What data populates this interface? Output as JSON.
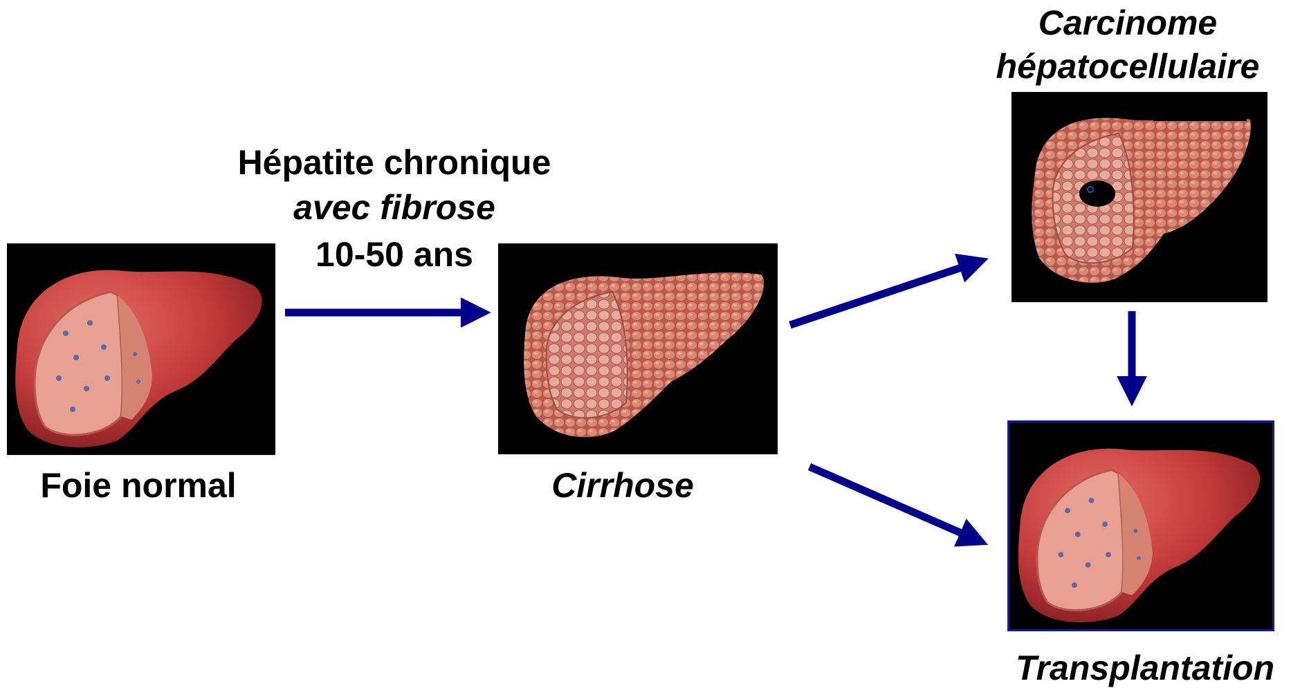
{
  "labels": {
    "normal": "Foie normal",
    "hepatitis_line1": "Hépatite chronique",
    "hepatitis_line2": "avec fibrose",
    "hepatitis_duration": "10-50 ans",
    "cirrhosis": "Cirrhose",
    "carcinoma_line1": "Carcinome",
    "carcinoma_line2": "hépatocellulaire",
    "transplant": "Transplantation"
  },
  "colors": {
    "arrow": "#00008b",
    "panel_bg": "#000000",
    "liver_main": "#c43b3b",
    "liver_dark": "#8e1f22",
    "liver_cut": "#e7a08f",
    "cirrhosis_nodule": "#d07a68",
    "tumor": "#000000",
    "transplant_border": "#1a1a8c"
  }
}
